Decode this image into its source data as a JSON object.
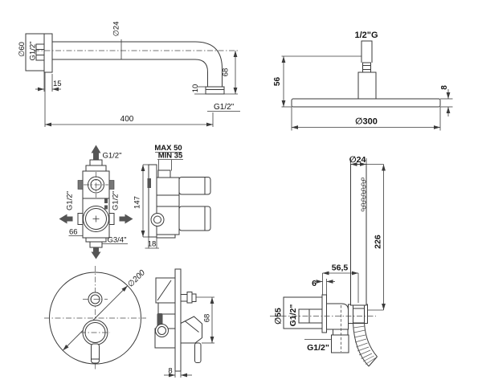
{
  "sheet": {
    "background": "#ffffff",
    "line_color": "#3a3a3a",
    "text_color": "#151515"
  },
  "arm": {
    "flange_dia": "∅60",
    "wall_thread": "G1/2\"",
    "pipe_dia": "∅24",
    "plate_depth": "15",
    "length": "400",
    "drop_height": "68",
    "outlet_height": "10",
    "outlet_thread": "G1/2\""
  },
  "head": {
    "thread": "1/2\"G",
    "stem_height": "56",
    "edge_thickness": "8",
    "diameter": "∅300"
  },
  "mixer": {
    "top_outlet": "G1/2\"",
    "left_inlet": "G1/2\"",
    "right_inlet": "G1/2\"",
    "bottom_outlet": "G3/4\"",
    "body_width": "66",
    "body_height": "147",
    "depth_max": "MAX 50",
    "depth_min": "MIN 35",
    "plate_depth": "18"
  },
  "plate": {
    "diameter": "∅200",
    "handle_drop": "68",
    "plate_thickness": "8"
  },
  "handshower": {
    "handle_dia": "∅24",
    "handle_length": "226",
    "offset": "56,5",
    "plate_thickness": "6",
    "flange_dia": "∅55",
    "flange_thread": "G1/2\"",
    "hose_thread": "G1/2\""
  }
}
